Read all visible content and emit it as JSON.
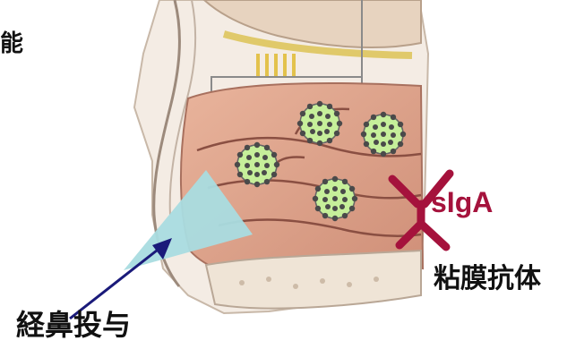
{
  "labels": {
    "top_fragment": "能",
    "antibody": "sIgA",
    "mucosal_antibody": "粘膜抗体",
    "nasal_administration": "経鼻投与"
  },
  "colors": {
    "antibody": "#a5123c",
    "virus_fill": "#c6ef9a",
    "virus_spike": "#4a4a4a",
    "vaccine_spray": "#a9dce0",
    "mucosa": "#dba08a",
    "arrow": "#1a1a7a"
  }
}
